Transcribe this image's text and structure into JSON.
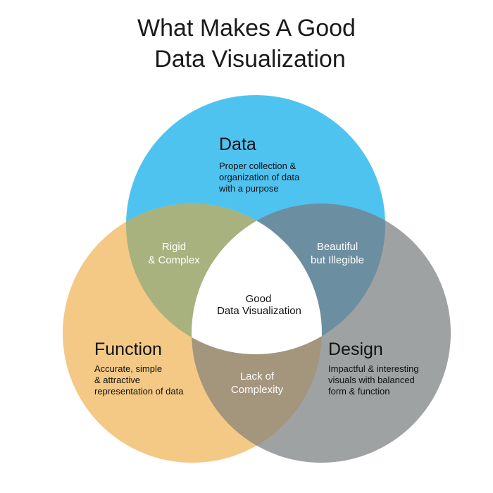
{
  "title": {
    "line1": "What Makes A Good",
    "line2": "Data Visualization"
  },
  "sets": {
    "data": {
      "name": "Data",
      "description": [
        "Proper collection &",
        "organization of data",
        "with a purpose"
      ],
      "color": "#4FC3F0"
    },
    "function": {
      "name": "Function",
      "description": [
        "Accurate, simple",
        "& attractive",
        "representation of data"
      ],
      "color": "#F3C985"
    },
    "design": {
      "name": "Design",
      "description": [
        "Impactful & interesting",
        "visuals with balanced",
        "form & function"
      ],
      "color": "#9FA2A3"
    }
  },
  "overlaps": {
    "data_function": {
      "label": [
        "Rigid",
        "& Complex"
      ],
      "color": "#A8B27E"
    },
    "data_design": {
      "label": [
        "Beautiful",
        "but Illegible"
      ],
      "color": "#6C8EA1"
    },
    "function_design": {
      "label": [
        "Lack of",
        "Complexity"
      ],
      "color": "#A4957D"
    },
    "center": {
      "label": [
        "Good",
        "Data Visualization"
      ],
      "color": "#FFFFFF"
    }
  }
}
